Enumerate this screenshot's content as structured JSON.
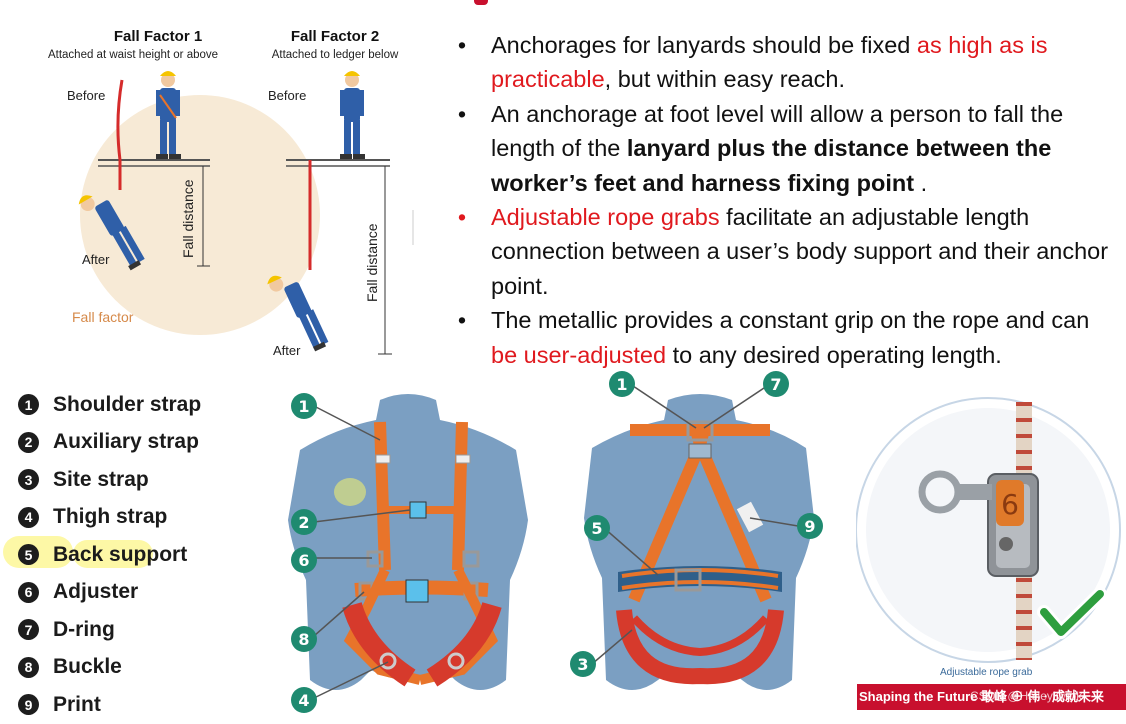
{
  "fall_factor": {
    "ff1_title": "Fall Factor 1",
    "ff1_sub": "Attached at waist height or above",
    "ff2_title": "Fall Factor 2",
    "ff2_sub": "Attached to ledger below",
    "before": "Before",
    "after": "After",
    "fall_distance": "Fall distance",
    "caption": "Fall factor"
  },
  "bullets": [
    {
      "pre": "Anchorages for lanyards should be fixed ",
      "red": "as high as is practicable",
      "post": ", but within easy reach."
    },
    {
      "pre": "An anchorage at foot level will allow a person to fall the length of the ",
      "bold": "lanyard plus the distance between the worker’s feet and harness fixing point",
      "post": " ."
    },
    {
      "red": "Adjustable rope grabs",
      "post": " facilitate an adjustable length connection between a user’s body support and their anchor point."
    },
    {
      "pre": "The metallic provides a constant grip on the rope and can ",
      "red": "be user-adjusted",
      "post": " to any desired operating length."
    }
  ],
  "legend": [
    {
      "num": "1",
      "label": "Shoulder strap"
    },
    {
      "num": "2",
      "label": "Auxiliary strap"
    },
    {
      "num": "3",
      "label": "Site strap"
    },
    {
      "num": "4",
      "label": "Thigh strap"
    },
    {
      "num": "5",
      "label": "Back support"
    },
    {
      "num": "6",
      "label": "Adjuster"
    },
    {
      "num": "7",
      "label": "D-ring"
    },
    {
      "num": "8",
      "label": "Buckle"
    },
    {
      "num": "9",
      "label": "Print"
    }
  ],
  "front_callouts": [
    "1",
    "2",
    "6",
    "8",
    "4"
  ],
  "back_callouts": [
    "1",
    "7",
    "5",
    "9",
    "3"
  ],
  "rope_grab_caption": "Adjustable rope grab",
  "footer_text": "Shaping the Future 敢峰 ⊕ 伟 · 成就未来",
  "watermark": "CSDN @HaileyKwok",
  "colors": {
    "red": "#e0191e",
    "strap_orange": "#e8742a",
    "body_blue": "#7b9fc2",
    "thigh_red": "#d63a2c",
    "circle_beige": "#f7ead6",
    "footer_red": "#c8102e"
  }
}
